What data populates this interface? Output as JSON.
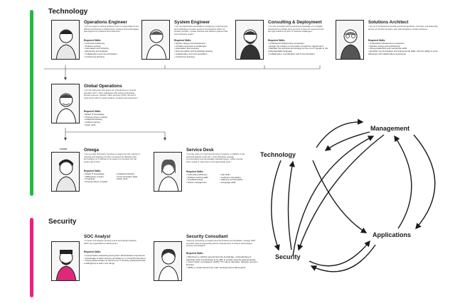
{
  "colors": {
    "technology_accent": "#2fb14b",
    "security_accent": "#e0287a",
    "ink": "#1a1a1a"
  },
  "technology": {
    "title": "Technology",
    "roles": [
      {
        "role": "Operations Engineer",
        "desc": "\"I am an expert in solving problems and I'm responsible for the efficient functioning of infrastructure systems and technologies that support our products and customers.\"",
        "req": "Required Skills:",
        "skills": [
          "Technical proficiency",
          "Problem-solving",
          "Automation and scripting",
          "Monitoring and analysis",
          "Collaboration and communication",
          "Continuous learning"
        ],
        "icon": "person-portrait-icon"
      },
      {
        "role": "System Engineer",
        "desc": "\"I am a professional responsible for designing, implementing, and maintaining complex systems and solutions within our product portfolio. I create cohesive and efficient systems that meet business needs.\"",
        "req": "Required Skills:",
        "skills": [
          "System design and architecture",
          "A holistic approach to challenges",
          "Automation and scripting",
          "Documentation and knowledge sharing",
          "Collaboration and communication",
          "Continuous learning"
        ],
        "icon": "person-portrait-icon"
      },
      {
        "role": "Consulting & Deployment",
        "desc": "\"I am the consultant with overarching knowledge of our Digital Infrastructure portfolio and I am here to help our customers find the right solutions for their IT business challenges.\"",
        "req": "Required Skills:",
        "skills": [
          "Understand infrastructure ecosystem",
          "Design the solution on the basis of customer requirement",
          "Maintain the technical terminology for the non-IT people to the understandable language",
          "Collaboration, Coordination and Communication"
        ],
        "icon": "person-portrait-icon"
      },
      {
        "role": "Solutions Architect",
        "desc": "\"I am an IT professional providing technical guidance, overview, and leadership across our product domains, also with designing complex solutions.\"",
        "req": "Required Skills:",
        "skills": [
          "Understand infrastructure ecosystem",
          "Solution design and architecture",
          "Strong leadership and mentorship skills",
          "Excellent communication and interpersonal skills, with the ability to work effectively with stakeholders at all levels"
        ],
        "icon": "person-portrait-icon"
      },
      {
        "role": "Global Operations",
        "desc": "\"I am the fisherman who keeps our infrastructure in smooth operation 24/7. I have colleagues with various technology focuses (servers, network, client services, PCM). We are in close touch with our expert leaders, products and customers.\"",
        "req": "Required Skills:",
        "skills": [
          "Broad IT knowledge",
          "Process driven mindset",
          "Analytical thinking",
          "Incident solving",
          "Team spirit"
        ],
        "icon": "person-portrait-icon"
      },
      {
        "role": "Omega",
        "tag": "rookie",
        "desc": "\"I am a rookie technician, focusing on support for the majority of requests and keeping our team connected up. Besides that, I am building my IT skill set to be ready for promotion into the senior part of ISG.\"",
        "req": "Required Skills:",
        "skills": [
          "Broad IT knowledge",
          "Willingness to learn",
          "Proactivity",
          "Process-driven mindset",
          "Analytical thinking",
          "Communication skills",
          "Team spirit"
        ],
        "icon": "person-portrait-icon"
      },
      {
        "role": "Service Desk",
        "desc": "\"I am the voice of IT and the first level of support. In addition to the technical aspects of the job, I must effectively manage communication and de-escalate potential issues. I either resolve them myself or route them to the appropriate team.\"",
        "req": "Required Skills:",
        "skills": [
          "Technical proficiency",
          "Problem-solving skills",
          "Troubleshooting",
          "Stress management",
          "Soft skills",
          "Customer orientation",
          "Patience and Empathy",
          "Language skills"
        ],
        "icon": "person-portrait-icon"
      }
    ]
  },
  "security": {
    "title": "Security",
    "roles": [
      {
        "role": "SOC Analyst",
        "desc": "\"I monitor and analyze security events and handle incidents within the organization's infrastructure.\"",
        "req": "Required Skills:",
        "skills": [
          "In-level basic networking and system administration experience",
          "Knowledge of basic security principles (e.g. CompTIA Security+)",
          "Strong determination to become an IT security professional and a willingness to learn new things"
        ],
        "icon": "person-portrait-icon"
      },
      {
        "role": "Security Consultant",
        "desc": "\"Security Consulting is creating Security Policies and standards, manage NIST and SOC risks and generally perform assessments of various technologies, services and designs.\"",
        "req": "Required Skills:",
        "skills": [
          "Planning (i.e. Ethics) general Security knowledge, understanding of particular area of technology to be able to provide security assessment(s)",
          "Cloud, Risks, Compliance, GDPR, DT, Cloud, Identities, Network, Servers, DevOps",
          "Ability to create documents, lead meetings and small projects"
        ],
        "icon": "person-portrait-icon"
      }
    ]
  },
  "relations": {
    "nodes": [
      "Technology",
      "Management",
      "Security",
      "Applications"
    ]
  }
}
